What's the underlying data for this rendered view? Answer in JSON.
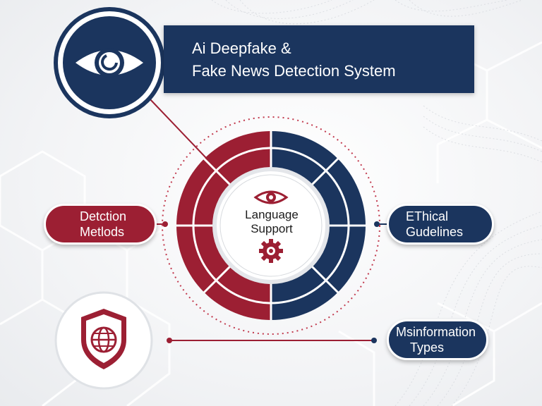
{
  "title": {
    "line1": "Ai Deepfake &",
    "line2": "Fake News Detection System"
  },
  "center": {
    "line1": "Language",
    "line2": "Support"
  },
  "nodes": {
    "detection": {
      "line1": "Detction",
      "line2": "Metlods"
    },
    "ethical": {
      "line1": "EThical",
      "line2": "Gudelines"
    },
    "misinformation": {
      "line1": "Msinformation",
      "line2": "Types"
    }
  },
  "icons": {
    "top": "eye-icon",
    "bottom": "shield-globe-icon",
    "center_top": "eye-icon",
    "center_bottom": "gear-icon"
  },
  "colors": {
    "navy": "#1b355e",
    "red": "#9c1f33",
    "white": "#ffffff"
  }
}
